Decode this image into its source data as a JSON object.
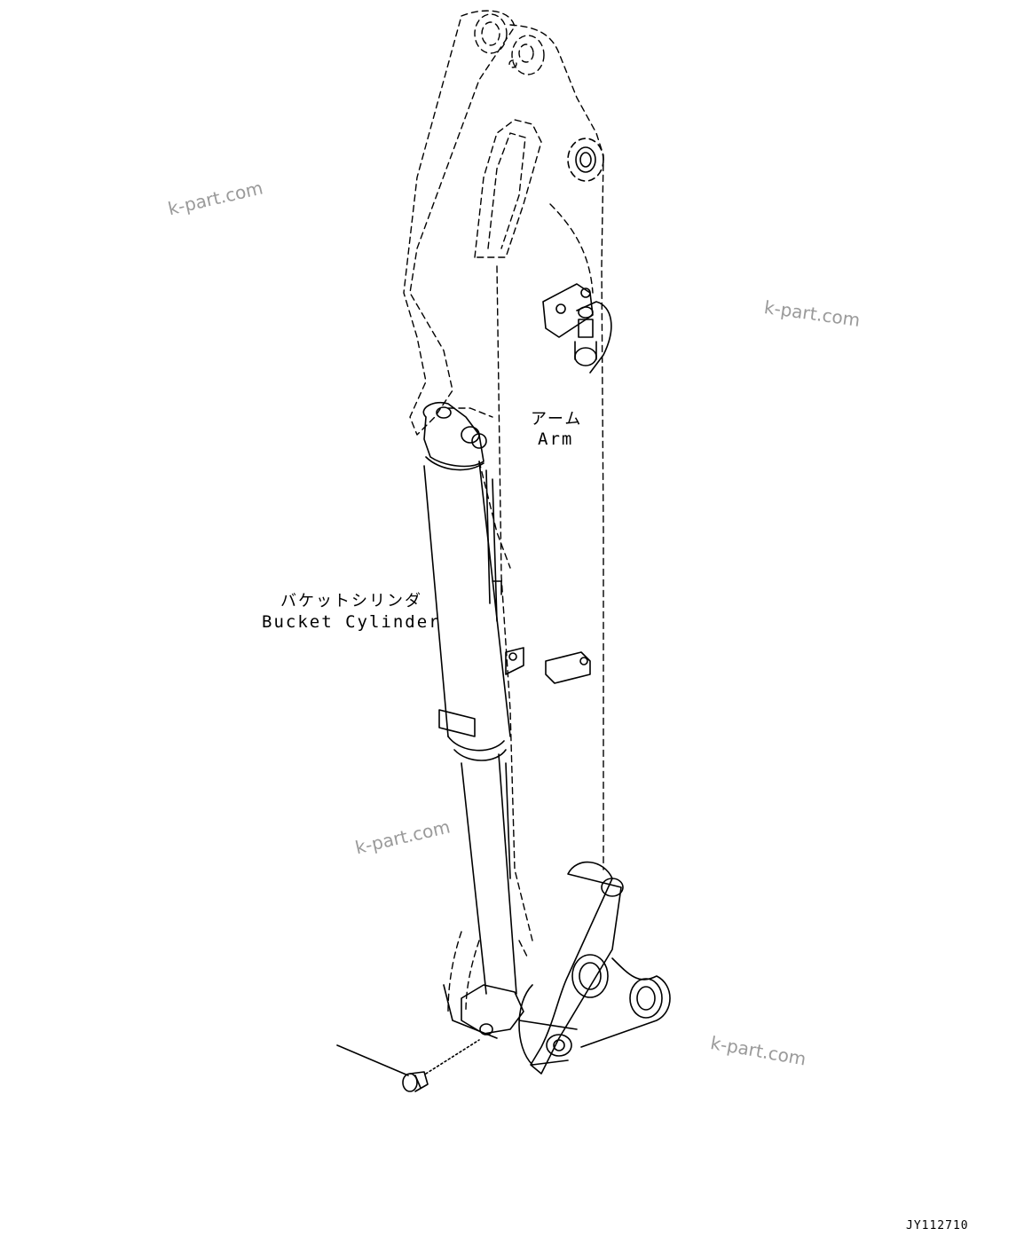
{
  "labels": {
    "arm_jp": "アーム",
    "arm_en": "Arm",
    "cylinder_jp": "バケットシリンダ",
    "cylinder_en": "Bucket Cylinder"
  },
  "watermarks": [
    "k-part.com",
    "k-part.com",
    "k-part.com",
    "k-part.com"
  ],
  "drawing_code": "JY112710",
  "colors": {
    "line": "#000000",
    "hidden_line": "#000000",
    "watermark": "#9a9a9a",
    "background": "#ffffff"
  }
}
